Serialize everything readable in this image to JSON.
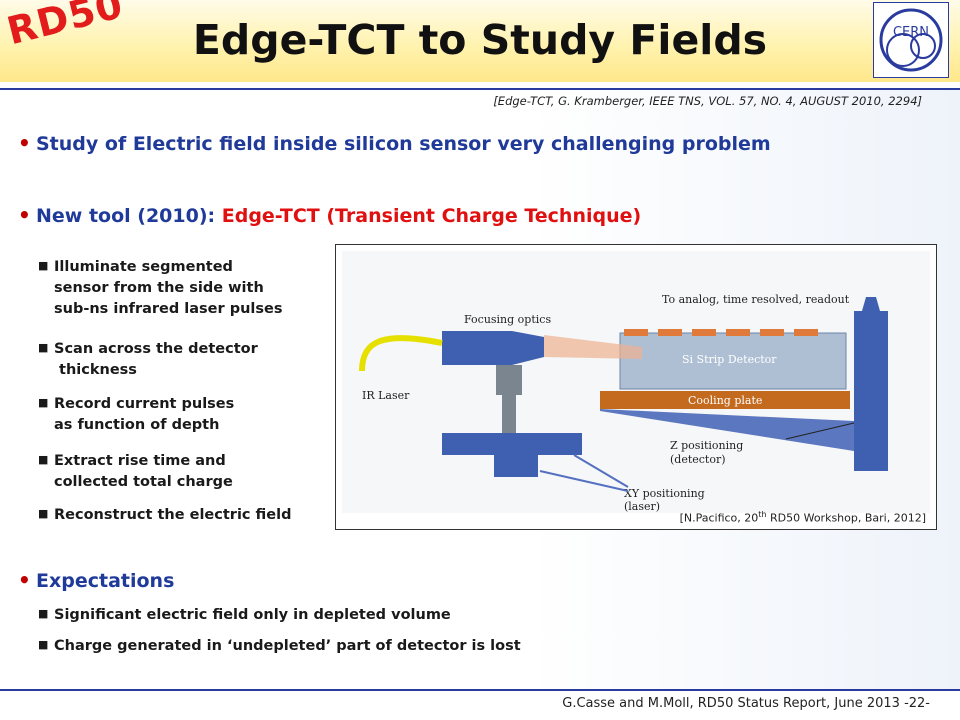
{
  "header": {
    "logo_text": "RD50",
    "title": "Edge-TCT to Study Fields",
    "cern_logo_text": "CERN"
  },
  "reference": "[Edge-TCT, G. Kramberger, IEEE TNS, VOL. 57, NO. 4, AUGUST 2010, 2294]",
  "bullets": {
    "b1": "Study of Electric field inside silicon sensor very challenging problem",
    "b2_prefix": "New tool (2010): ",
    "b2_highlight": "Edge-TCT (Transient Charge Technique)",
    "b3": "Expectations"
  },
  "subitems_tool": [
    {
      "line1": "Illuminate segmented",
      "line2": "sensor from the side with",
      "line3": "sub-ns infrared laser pulses"
    },
    {
      "line1": "Scan across the detector",
      "line2": " thickness"
    },
    {
      "line1": "Record current pulses",
      "line2": "as function of depth"
    },
    {
      "line1": "Extract rise time and",
      "line2": "collected total charge"
    },
    {
      "line1": "Reconstruct the electric field"
    }
  ],
  "subitems_expect": [
    "Significant electric field only in depleted volume",
    "Charge generated in ‘undepleted’ part of detector is lost"
  ],
  "figure": {
    "labels": {
      "readout": "To analog, time resolved,  readout",
      "focusing": "Focusing optics",
      "detector": "Si Strip Detector",
      "cooling": "Cooling plate",
      "laser": "IR Laser",
      "z_pos_1": "Z positioning",
      "z_pos_2": "(detector)",
      "xy_pos_1": "XY positioning",
      "xy_pos_2": "(laser)"
    },
    "caption_pre": "[N.Pacifico, 20",
    "caption_sup": "th",
    "caption_post": " RD50 Workshop, Bari, 2012]"
  },
  "footer": {
    "text": "G.Casse and M.Moll, RD50 Status Report, June 2013 -22-"
  },
  "colors": {
    "title_blue": "#1f3a99",
    "highlight_red": "#e01010",
    "rule_blue": "#2a3b9f",
    "rd50_red": "#e21b1b"
  }
}
